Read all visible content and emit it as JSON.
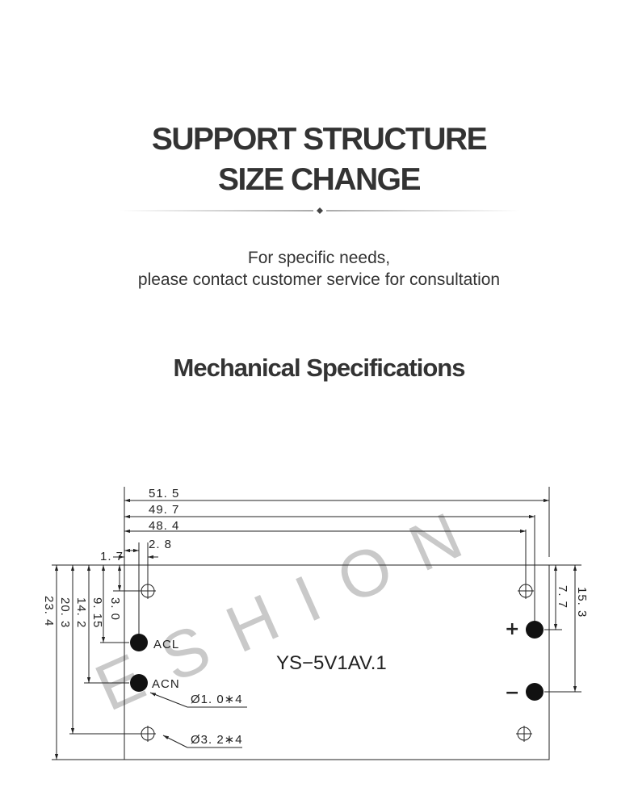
{
  "header": {
    "title_line1": "SUPPORT STRUCTURE",
    "title_line2": "SIZE CHANGE"
  },
  "intro": {
    "line1": "For specific needs,",
    "line2": "please contact customer service for consultation"
  },
  "section": {
    "heading": "Mechanical Specifications"
  },
  "drawing": {
    "model": "YS−5V1AV.1",
    "watermark": "ESHION",
    "pins": {
      "acl": "ACL",
      "acn": "ACN",
      "plus": "+",
      "minus": "−"
    },
    "dimensions": {
      "top_overall": "51. 5",
      "top_hole_span": "49. 7",
      "top_pin_span": "48. 4",
      "pin_offset_x": "2. 8",
      "hole_offset_x": "1. 7",
      "hole_offset_y": "3. 0",
      "acl_y": "9. 15",
      "acn_y": "14. 2",
      "lower_hole_y": "20. 3",
      "overall_height": "23. 4",
      "right_plus_y": "7. 7",
      "right_minus_y": "15. 3",
      "pin_diameter": "Ø1. 0∗4",
      "hole_diameter": "Ø3. 2∗4"
    }
  }
}
